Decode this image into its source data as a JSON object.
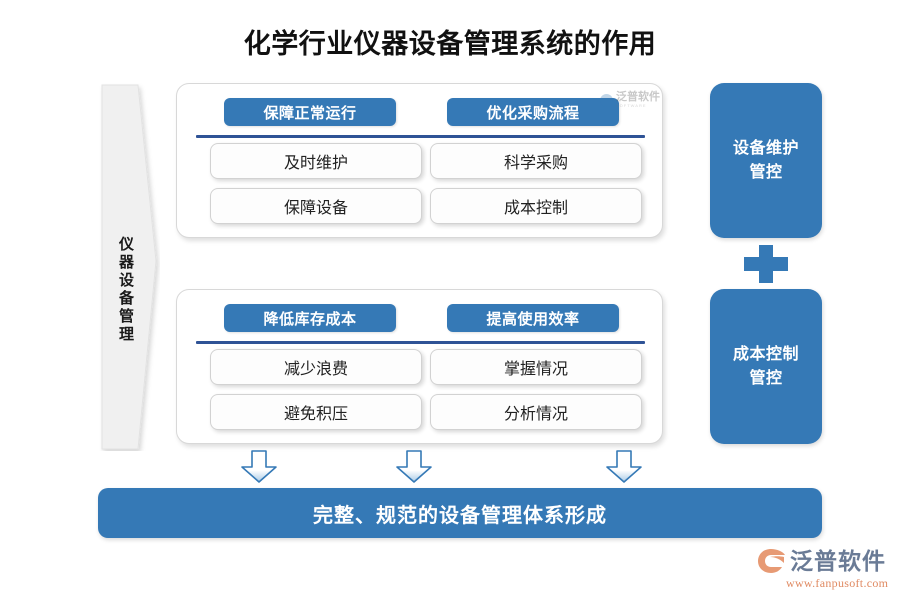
{
  "title": "化学行业仪器设备管理系统的作用",
  "left_label": {
    "text": "仪器设备管理",
    "name": "instrument-equipment-management"
  },
  "panels": [
    {
      "id": "panel-1",
      "columns": [
        {
          "header": "保障正常运行",
          "items": [
            "及时维护",
            "保障设备"
          ]
        },
        {
          "header": "优化采购流程",
          "items": [
            "科学采购",
            "成本控制"
          ]
        }
      ]
    },
    {
      "id": "panel-2",
      "columns": [
        {
          "header": "降低库存成本",
          "items": [
            "减少浪费",
            "避免积压"
          ]
        },
        {
          "header": "提高使用效率",
          "items": [
            "掌握情况",
            "分析情况"
          ]
        }
      ]
    }
  ],
  "side_boxes": [
    {
      "line1": "设备维护",
      "line2": "管控"
    },
    {
      "line1": "成本控制",
      "line2": "管控"
    }
  ],
  "connector": {
    "icon": "plus-icon"
  },
  "arrows": [
    {
      "icon": "arrow-down-icon"
    },
    {
      "icon": "arrow-down-icon"
    },
    {
      "icon": "arrow-down-icon"
    }
  ],
  "bottom_bar": {
    "text": "完整、规范的设备管理体系形成"
  },
  "watermark": {
    "text": "泛普软件",
    "sub": "SOFTWARE"
  },
  "logo": {
    "text": "泛普软件",
    "url": "www.fanpusoft.com"
  },
  "colors": {
    "accent_blue": "#3579b6",
    "divider_navy": "#2f5396",
    "chevron_gray": "#f0f0f0",
    "title_black": "#111111",
    "logo_gray_blue": "#6a7b96",
    "logo_orange": "#e08a62"
  }
}
